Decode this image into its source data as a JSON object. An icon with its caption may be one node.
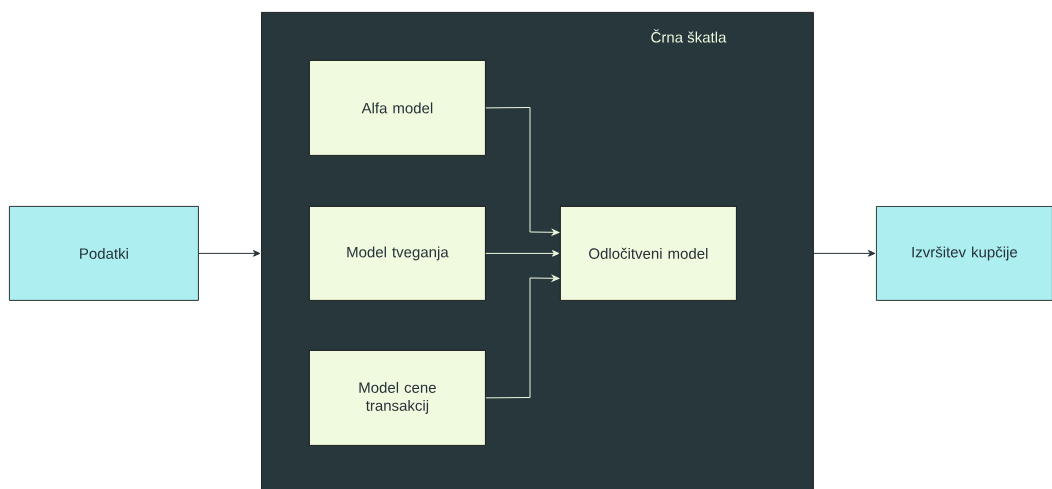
{
  "diagram": {
    "nodes": [
      {
        "text": [
          "Podatki"
        ]
      },
      {
        "text": [
          "Črna škatla"
        ]
      },
      {
        "text": [
          "Alfa model"
        ],
        "in": 1
      },
      {
        "text": [
          "Model tveganja"
        ],
        "in": 1
      },
      {
        "text": [
          "Model cene transakcij"
        ],
        "in": 1
      },
      {
        "text": [
          "Odločitveni model"
        ],
        "in": 1
      },
      {
        "text": [
          "Izvršitev kupčije"
        ]
      }
    ],
    "edges": [
      {
        "from": 0,
        "to": 1,
        "arrow": "to",
        "color": "#263238"
      },
      {
        "from": 2,
        "to": 5,
        "arrow": "to"
      },
      {
        "from": 3,
        "to": 5,
        "arrow": "to"
      },
      {
        "from": 4,
        "to": 5,
        "arrow": "to"
      },
      {
        "from": 1,
        "to": 6,
        "arrow": "to",
        "color": "#263238"
      }
    ]
  }
}
